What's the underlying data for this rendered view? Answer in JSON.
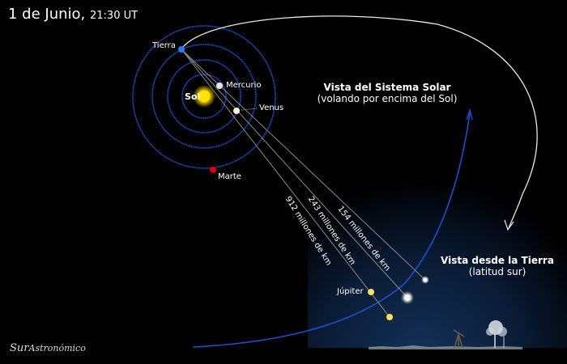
{
  "header": {
    "date": "1 de Junio,",
    "time": "21:30 UT"
  },
  "solar_system_view": {
    "title": "Vista del Sistema Solar",
    "subtitle": "(volando por encima del Sol)"
  },
  "earth_view": {
    "title": "Vista desde la Tierra",
    "subtitle": "(latitud sur)"
  },
  "bodies": {
    "sun": "Sol",
    "mercury": "Mercurio",
    "venus": "Venus",
    "earth": "Tierra",
    "mars": "Marte",
    "jupiter": "Júpiter"
  },
  "distances": {
    "venus": "154 millones de km",
    "mercury": "243 millones de km",
    "jupiter": "912 millones de km"
  },
  "colors": {
    "orbit": "#1a4fd0",
    "sun": "#ffd800",
    "earth": "#2a7bff",
    "mars": "#e00000",
    "jupiter": "#ffe060",
    "mercury": "#dddddd",
    "venus": "#fff6c8",
    "sky": "#0b2444"
  },
  "logo": {
    "part1": "Sur",
    "part2": "Astronómico"
  }
}
